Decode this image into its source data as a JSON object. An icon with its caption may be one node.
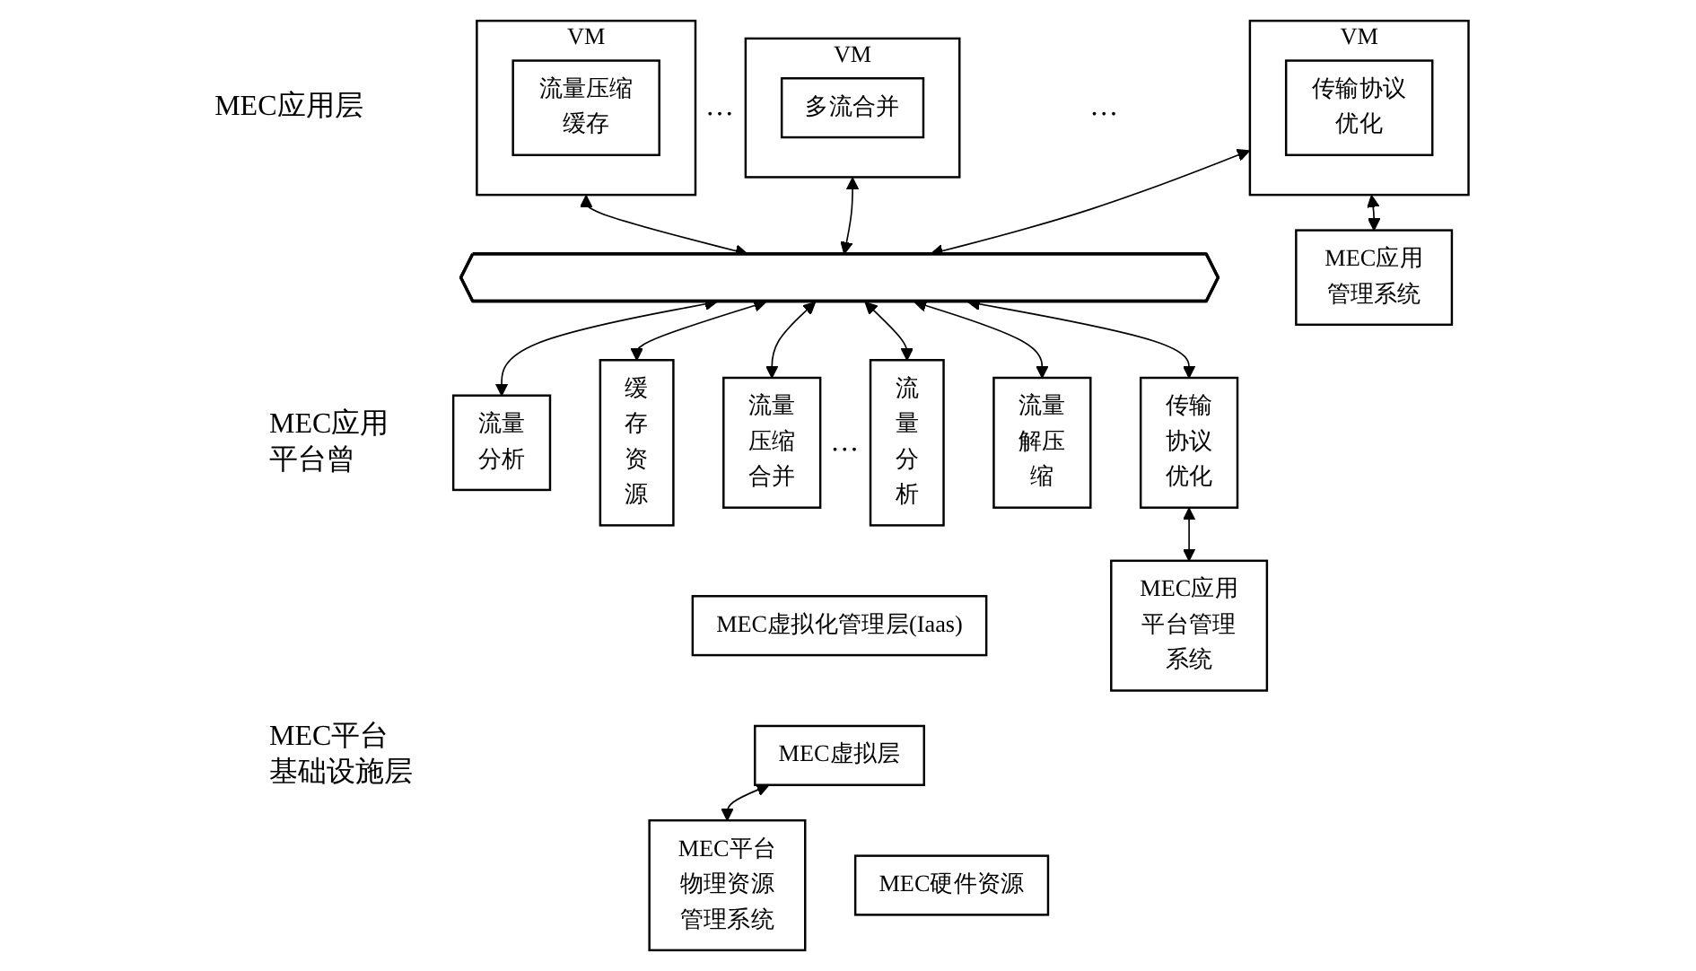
{
  "diagram": {
    "nodes": [
      {
        "text": [
          "VM"
        ]
      },
      {
        "text": [
          "流量压缩缓存"
        ],
        "in": 0
      },
      {
        "text": [
          "VM"
        ]
      },
      {
        "text": [
          "多流合并"
        ],
        "in": 2
      },
      {
        "text": [
          "VM"
        ]
      },
      {
        "text": [
          "传输协议优化"
        ],
        "in": 4
      },
      {
        "text": [
          "MEC应用管理系统"
        ]
      },
      {
        "text": [],
        "shape": "arrow"
      },
      {
        "text": [
          "流量分析"
        ]
      },
      {
        "text": [
          "缓存资源"
        ]
      },
      {
        "text": [
          "流量压缩合并"
        ]
      },
      {
        "text": [
          "流量分析"
        ]
      },
      {
        "text": [
          "流量解压缩"
        ]
      },
      {
        "text": [
          "传输协议优化"
        ]
      },
      {
        "text": [
          "MEC应用平台管理系统"
        ]
      },
      {
        "text": [
          "MEC虚拟化管理层(Iaas)"
        ]
      },
      {
        "text": [
          "MEC虚拟层"
        ]
      },
      {
        "text": [
          "MEC平台物理资源管理系统"
        ]
      },
      {
        "text": [
          "MEC硬件资源"
        ]
      }
    ],
    "edges": [
      {
        "from": 0,
        "to": 7,
        "arrow": "both"
      },
      {
        "from": 2,
        "to": 7,
        "arrow": "both"
      },
      {
        "from": 4,
        "to": 7,
        "arrow": "both"
      },
      {
        "from": 4,
        "to": 6,
        "arrow": "both"
      },
      {
        "from": 7,
        "to": 8,
        "arrow": "both"
      },
      {
        "from": 7,
        "to": 9,
        "arrow": "both"
      },
      {
        "from": 7,
        "to": 10,
        "arrow": "both"
      },
      {
        "from": 7,
        "to": 11,
        "arrow": "both"
      },
      {
        "from": 7,
        "to": 12,
        "arrow": "both"
      },
      {
        "from": 7,
        "to": 13,
        "arrow": "both"
      },
      {
        "from": 13,
        "to": 14,
        "arrow": "both"
      },
      {
        "from": 16,
        "to": 17,
        "arrow": "both"
      }
    ],
    "labels": [
      "MEC应用层",
      "…",
      "…",
      "MEC应用平台曾",
      "…",
      "MEC平台基础设施层"
    ]
  }
}
